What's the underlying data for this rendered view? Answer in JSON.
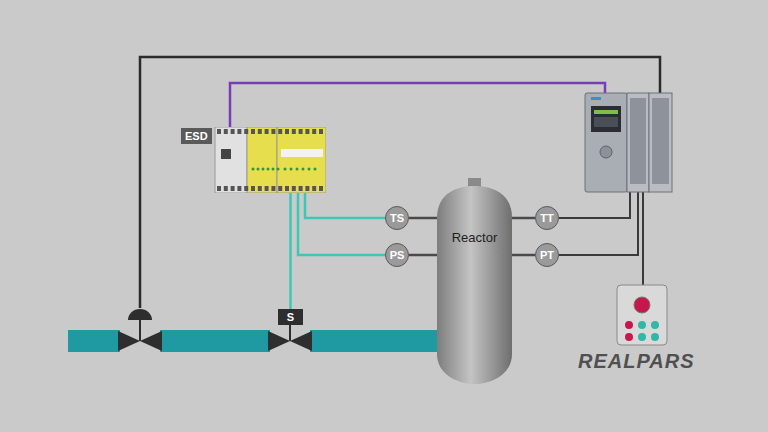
{
  "diagram": {
    "nodes": [
      {
        "text": [
          "ESD"
        ]
      },
      {
        "text": [
          "TS"
        ]
      },
      {
        "text": [
          "PS"
        ]
      },
      {
        "text": [
          "S"
        ]
      },
      {
        "text": [
          "Reactor"
        ]
      },
      {
        "text": [
          "TT"
        ]
      },
      {
        "text": [
          "PT"
        ]
      }
    ],
    "edges": [
      {
        "from": 0,
        "to": 1,
        "arrow": "none"
      },
      {
        "from": 0,
        "to": 2,
        "arrow": "none"
      },
      {
        "from": 0,
        "to": 3,
        "arrow": "none"
      },
      {
        "from": 1,
        "to": 4,
        "arrow": "none"
      },
      {
        "from": 2,
        "to": 4,
        "arrow": "none"
      },
      {
        "from": 4,
        "to": 5,
        "arrow": "none"
      },
      {
        "from": 4,
        "to": 6,
        "arrow": "none"
      }
    ],
    "labels": [
      "REALPARS"
    ]
  }
}
